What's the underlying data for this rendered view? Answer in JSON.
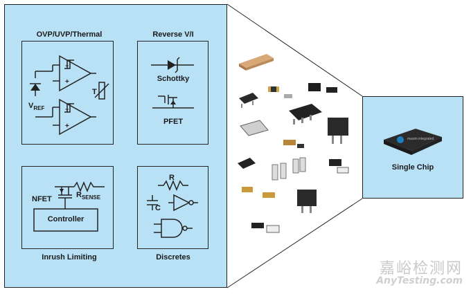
{
  "panels": {
    "ovp": {
      "title": "OVP/UVP/Thermal",
      "vref_main": "V",
      "vref_sub": "REF",
      "t_label": "T"
    },
    "reverse": {
      "title": "Reverse V/I",
      "schottky": "Schottky",
      "pfet": "PFET"
    },
    "inrush": {
      "title": "Inrush Limiting",
      "nfet": "NFET",
      "rsense_main": "R",
      "rsense_sub": "SENSE",
      "controller": "Controller"
    },
    "discretes": {
      "title": "Discretes",
      "r_label": "R",
      "c_label": "C"
    }
  },
  "single_chip": {
    "label": "Single Chip",
    "chip_text": "maxim integrated"
  },
  "watermark": {
    "chinese": "嘉峪检测网",
    "english": "AnyTesting.com"
  },
  "colors": {
    "panel_bg": "#b9e1f5",
    "line": "#222222"
  }
}
